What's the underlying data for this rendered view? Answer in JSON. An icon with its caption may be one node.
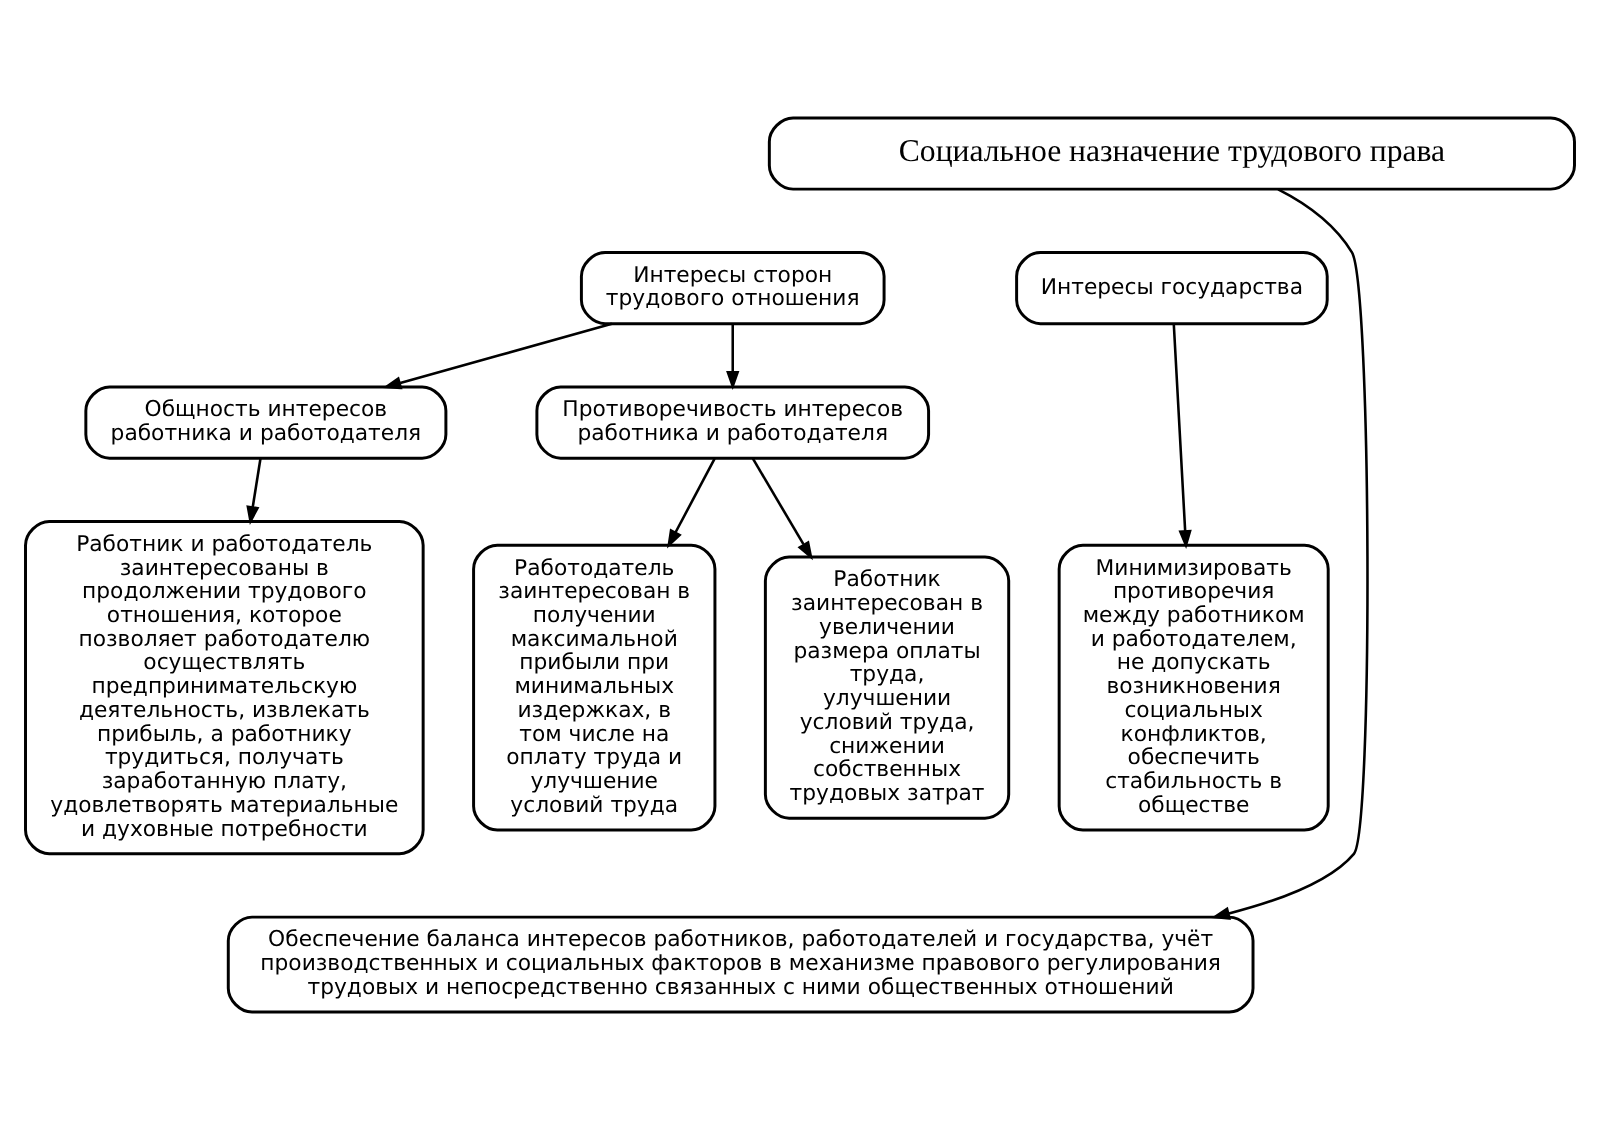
{
  "diagram": {
    "nodes": [
      {
        "text": [
          "Социальное назначение трудового права"
        ]
      },
      {
        "text": [
          "Интересы сторон трудового отношения"
        ]
      },
      {
        "text": [
          "Интересы государства"
        ]
      },
      {
        "text": [
          "Общность интересов работника и работодателя"
        ]
      },
      {
        "text": [
          "Противоречивость интересов работника и работодателя"
        ]
      },
      {
        "text": [
          "Работник и работодатель заинтересованы в продолжении трудового отношения, которое позволяет работодателю осуществлять предпринимательскую деятельность, извлекать прибыль, а работнику трудиться, получать заработанную плату, удовлетворять материальные и духовные потребности"
        ]
      },
      {
        "text": [
          "Работодатель заинтересован в получении максимальной прибыли при минимальных издержках, в том числе на оплату труда и улучшение условий труда"
        ]
      },
      {
        "text": [
          "Работник заинтересован в увеличении размера оплаты труда, улучшении условий труда, снижении собственных трудовых затрат"
        ]
      },
      {
        "text": [
          "Минимизировать противоречия между работником и работодателем, не допускать возникновения социальных конфликтов, обеспечить стабильность в обществе"
        ]
      },
      {
        "text": [
          "Обеспечение баланса интересов работников, работодателей и государства, учёт производственных и социальных факторов в механизме правового регулирования трудовых и непосредственно связанных с ними общественных отношений"
        ]
      }
    ],
    "edges": [
      {
        "from": 1,
        "to": 3,
        "arrow": "to"
      },
      {
        "from": 1,
        "to": 4,
        "arrow": "to"
      },
      {
        "from": 2,
        "to": 8,
        "arrow": "to"
      },
      {
        "from": 3,
        "to": 5,
        "arrow": "to"
      },
      {
        "from": 4,
        "to": 6,
        "arrow": "to"
      },
      {
        "from": 4,
        "to": 7,
        "arrow": "to"
      },
      {
        "from": 0,
        "to": 9,
        "arrow": "to"
      }
    ]
  }
}
